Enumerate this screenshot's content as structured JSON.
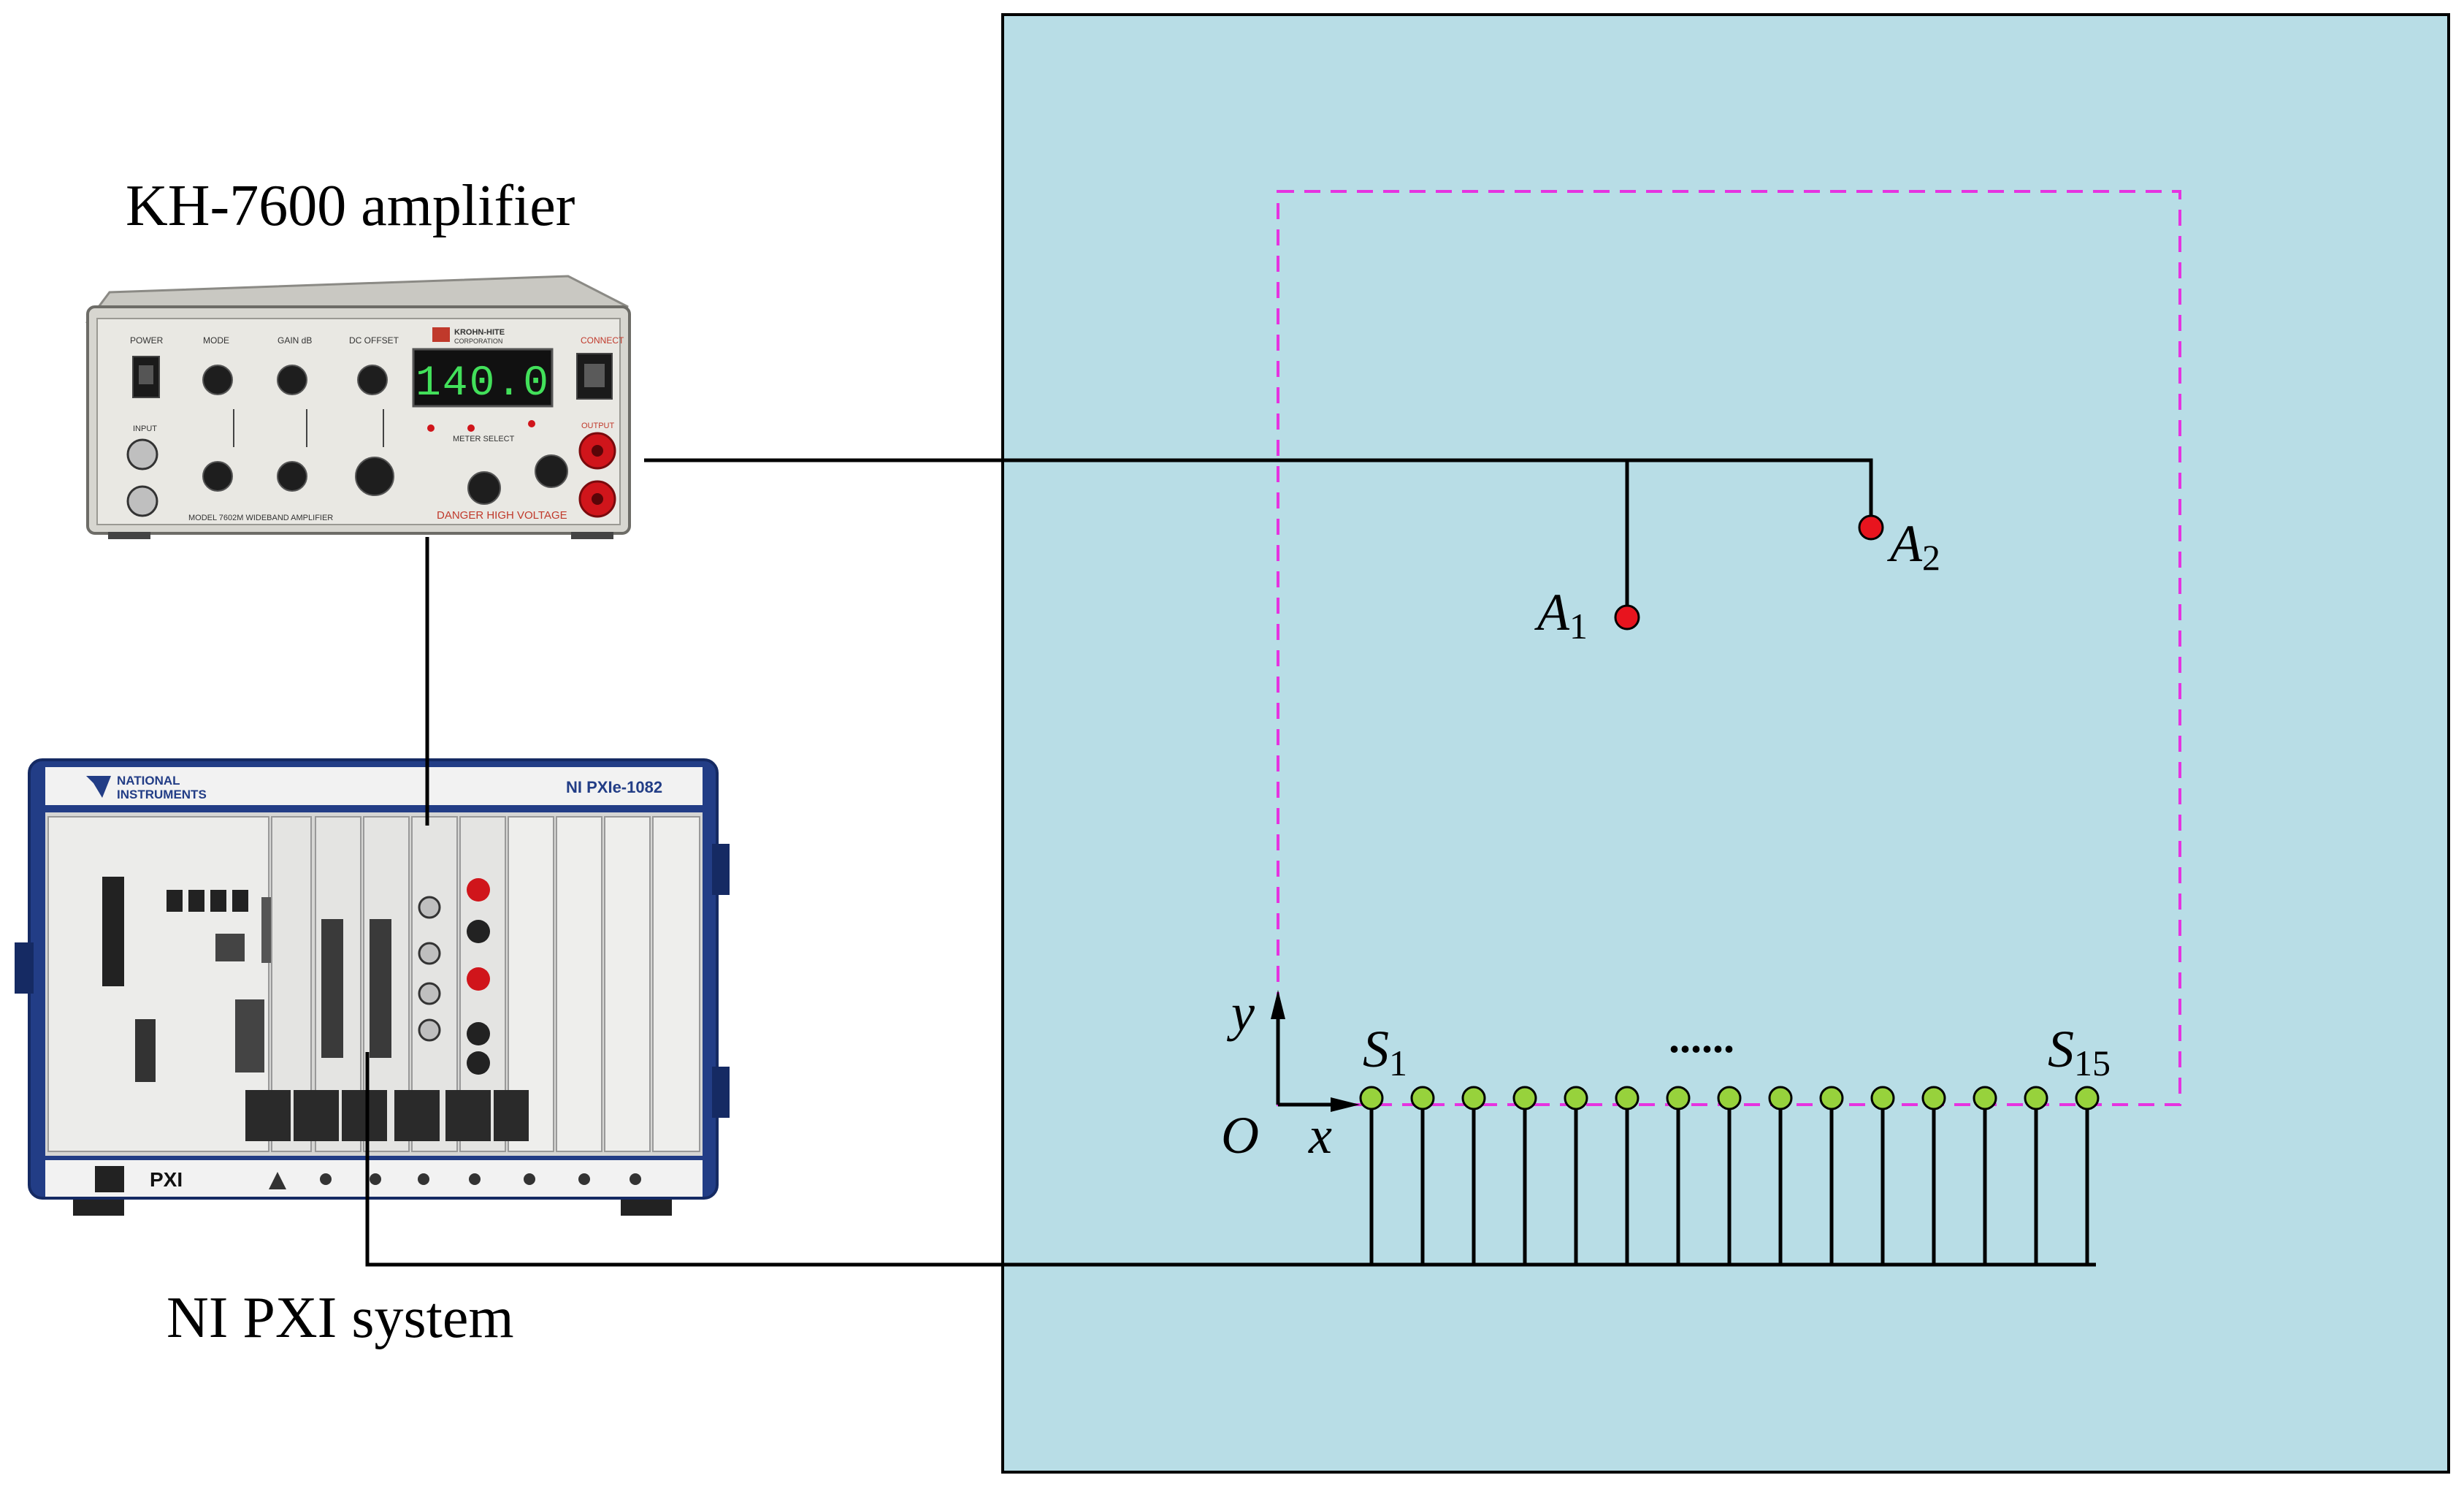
{
  "labels": {
    "amplifier": "KH-7600 amplifier",
    "pxi": "NI PXI system"
  },
  "amplifier_device": {
    "brand": "KROHN-HITE",
    "brand_sub": "CORPORATION",
    "display": "140.0",
    "knob_labels": [
      "POWER",
      "MODE",
      "GAIN dB",
      "DC OFFSET",
      "CONNECT"
    ],
    "input_label": "INPUT",
    "output_label": "OUTPUT",
    "meter_label": "METER SELECT",
    "model_text": "MODEL 7602M WIDEBAND AMPLIFIER",
    "warning": "DANGER HIGH VOLTAGE"
  },
  "pxi_device": {
    "brand_line1": "NATIONAL",
    "brand_line2": "INSTRUMENTS",
    "model": "NI PXIe-1082",
    "footer": "PXI"
  },
  "plate": {
    "axis_y": "y",
    "axis_x": "x",
    "origin": "O",
    "actuators": [
      {
        "main": "A",
        "sub": "1"
      },
      {
        "main": "A",
        "sub": "2"
      }
    ],
    "sensor_first": {
      "main": "S",
      "sub": "1"
    },
    "sensor_last": {
      "main": "S",
      "sub": "15"
    },
    "ellipsis": "......",
    "sensor_count": 15
  },
  "colors": {
    "plate": "#b8dde6",
    "dashed": "#e633e0",
    "actuator": "#e8141e",
    "sensor": "#97d23c",
    "wire": "#000000"
  }
}
